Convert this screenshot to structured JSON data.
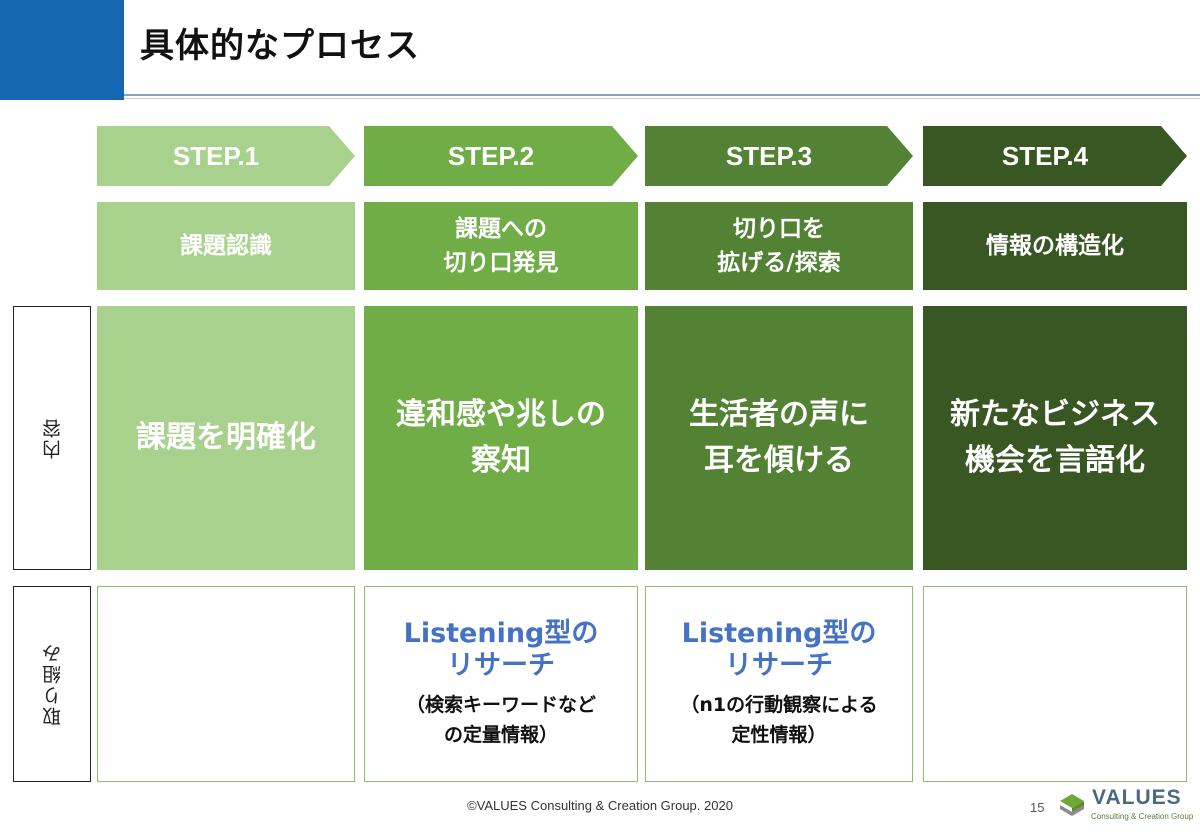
{
  "title": "具体的なプロセス",
  "steps": [
    {
      "label": "STEP.1",
      "phase": "課題認識",
      "content": "課題を明確化",
      "activity": {
        "main": "",
        "sub": ""
      }
    },
    {
      "label": "STEP.2",
      "phase": "課題への\n切り口発見",
      "content": "違和感や兆しの\n察知",
      "activity": {
        "main": "Listening型の\nリサーチ",
        "sub": "（検索キーワードなど\nの定量情報）"
      }
    },
    {
      "label": "STEP.3",
      "phase": "切り口を\n拡げる/探索",
      "content": "生活者の声に\n耳を傾ける",
      "activity": {
        "main": "Listening型の\nリサーチ",
        "sub": "（n1の行動観察による\n定性情報）"
      }
    },
    {
      "label": "STEP.4",
      "phase": "情報の構造化",
      "content": "新たなビジネス\n機会を言語化",
      "activity": {
        "main": "",
        "sub": ""
      }
    }
  ],
  "row_labels": {
    "content": "内容",
    "activity": "取り組み"
  },
  "colors": {
    "step1": "#a9d18e",
    "step2": "#70ad47",
    "step3": "#548235",
    "step4": "#385723",
    "accent": "#1667b2",
    "activity_text": "#4472c4"
  },
  "footer": {
    "copyright": "©VALUES Consulting & Creation Group.  2020",
    "page": "15",
    "logo": "VALUES",
    "logo_sub": "Consulting & Creation Group"
  }
}
